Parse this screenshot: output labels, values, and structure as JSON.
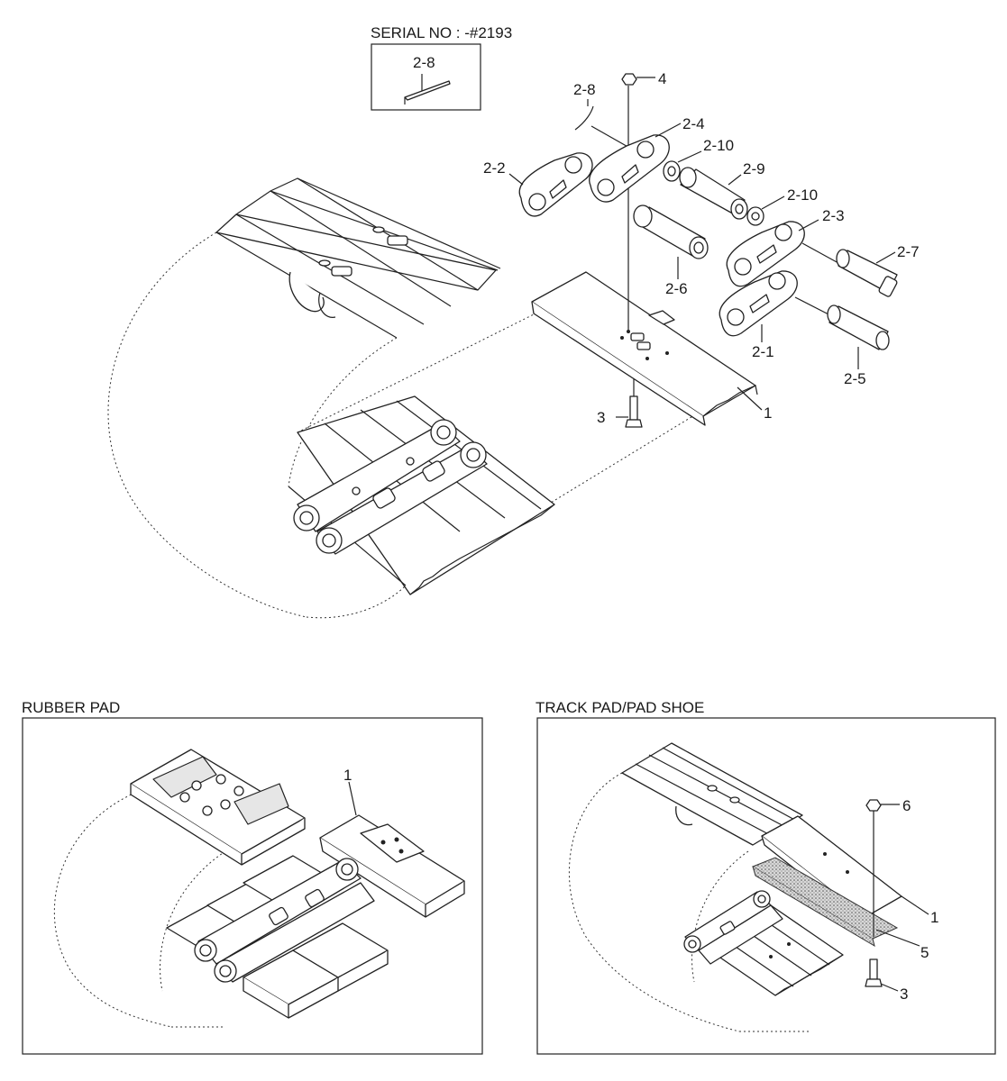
{
  "serial": {
    "caption": "SERIAL NO : -#2193",
    "inset_label": "2-8"
  },
  "labels": {
    "p2_8": "2-8",
    "p4": "4",
    "p2_4": "2-4",
    "p2_2": "2-2",
    "p2_10a": "2-10",
    "p2_9": "2-9",
    "p2_10b": "2-10",
    "p2_3": "2-3",
    "p2_7": "2-7",
    "p2_6": "2-6",
    "p2_1": "2-1",
    "p2_5": "2-5",
    "p1": "1",
    "p3": "3"
  },
  "rubber_pad": {
    "caption": "RUBBER PAD",
    "label_1": "1"
  },
  "track_pad": {
    "caption": "TRACK PAD/PAD SHOE",
    "label_6": "6",
    "label_1": "1",
    "label_5": "5",
    "label_3": "3"
  }
}
